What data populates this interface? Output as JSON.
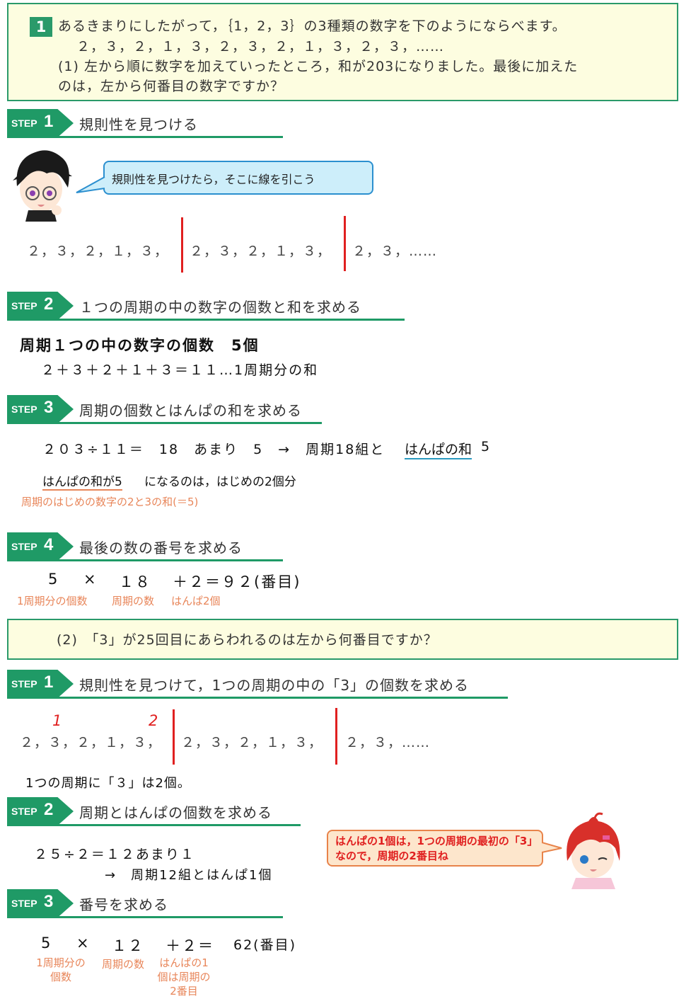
{
  "problem": {
    "number": "1",
    "line1": "あるきまりにしたがって，｛1，2，3｝の3種類の数字を下のようにならべます。",
    "line2": "２，３，２，１，３，２，３，２，１，３，２，３，……",
    "line3": "(1) 左から順に数字を加えていったところ，和が203になりました。最後に加えた",
    "line4": "のは，左から何番目の数字ですか？"
  },
  "part1": {
    "step1": {
      "num": "1",
      "title": "規則性を見つける",
      "bubble": "規則性を見つけたら，そこに線を引こう",
      "seq_a": "２，３，２，１，３，",
      "seq_b": "２，３，２，１，３，",
      "seq_c": "２，３，……"
    },
    "step2": {
      "num": "2",
      "title": "１つの周期の中の数字の個数と和を求める",
      "line1": "周期１つの中の数字の個数　5個",
      "line2": "２＋３＋２＋１＋３＝１１…1周期分の和"
    },
    "step3": {
      "num": "3",
      "title": "周期の個数とはんぱの和を求める",
      "line1": "２０３÷１１＝　18　あまり　5　→　周期18組と",
      "line1b": "はんぱの和",
      "line1c": "5",
      "line2a": "はんぱの和が5",
      "line2b": "になるのは，はじめの2個分",
      "note": "周期のはじめの数字の2と3の和(＝5)"
    },
    "step4": {
      "num": "4",
      "title": "最後の数の番号を求める",
      "f1": "5",
      "f2": "×",
      "f3": "１８",
      "f4": "＋２＝９２(番目)",
      "n1": "1周期分の個数",
      "n2": "周期の数",
      "n3": "はんぱ2個"
    }
  },
  "problem2": {
    "text": "(2)　「3」が25回目にあらわれるのは左から何番目ですか？"
  },
  "part2": {
    "step1": {
      "num": "1",
      "title": "規則性を見つけて，1つの周期の中の「3」の個数を求める",
      "mark1": "1",
      "mark2": "2",
      "seq_a": "２，３，２，１，３，",
      "seq_b": "２，３，２，１，３，",
      "seq_c": "２，３，……",
      "result": "1つの周期に「３」は2個。"
    },
    "step2": {
      "num": "2",
      "title": "周期とはんぱの個数を求める",
      "line1": "２５÷２＝１２あまり１",
      "line2": "→　周期12組とはんぱ1個",
      "bubble": "はんぱの1個は，1つの周期の最初の「3」なので，周期の2番目ね"
    },
    "step3": {
      "num": "3",
      "title": "番号を求める",
      "f1": "5",
      "f2": "×",
      "f3": "１２",
      "f4": "＋２＝",
      "f5": "62(番目)",
      "n1": "1周期分の個数",
      "n2": "周期の数",
      "n3": "はんぱの1個は周期の2番目"
    }
  },
  "step_label": "STEP",
  "colors": {
    "green": "#1f9a66",
    "red": "#e02020",
    "orange": "#e8865a",
    "box_bg": "#fdfde0"
  }
}
